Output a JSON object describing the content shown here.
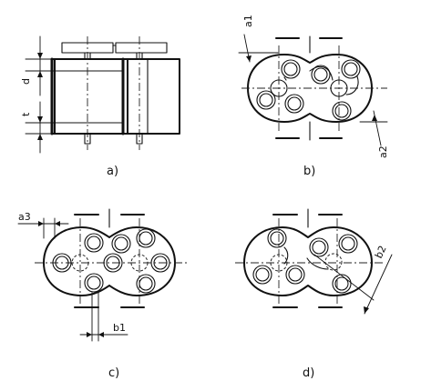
{
  "panels": {
    "a": {
      "caption": "a)",
      "dims": {
        "top": "d",
        "bottom": "t"
      }
    },
    "b": {
      "caption": "b)",
      "dims": {
        "top": "a1",
        "bottom": "a2"
      }
    },
    "c": {
      "caption": "c)",
      "dims": {
        "top": "a3",
        "bottom": "b1"
      }
    },
    "d": {
      "caption": "d)",
      "dims": {
        "right": "b2"
      }
    }
  },
  "colors": {
    "line": "#111111",
    "background": "#ffffff"
  }
}
